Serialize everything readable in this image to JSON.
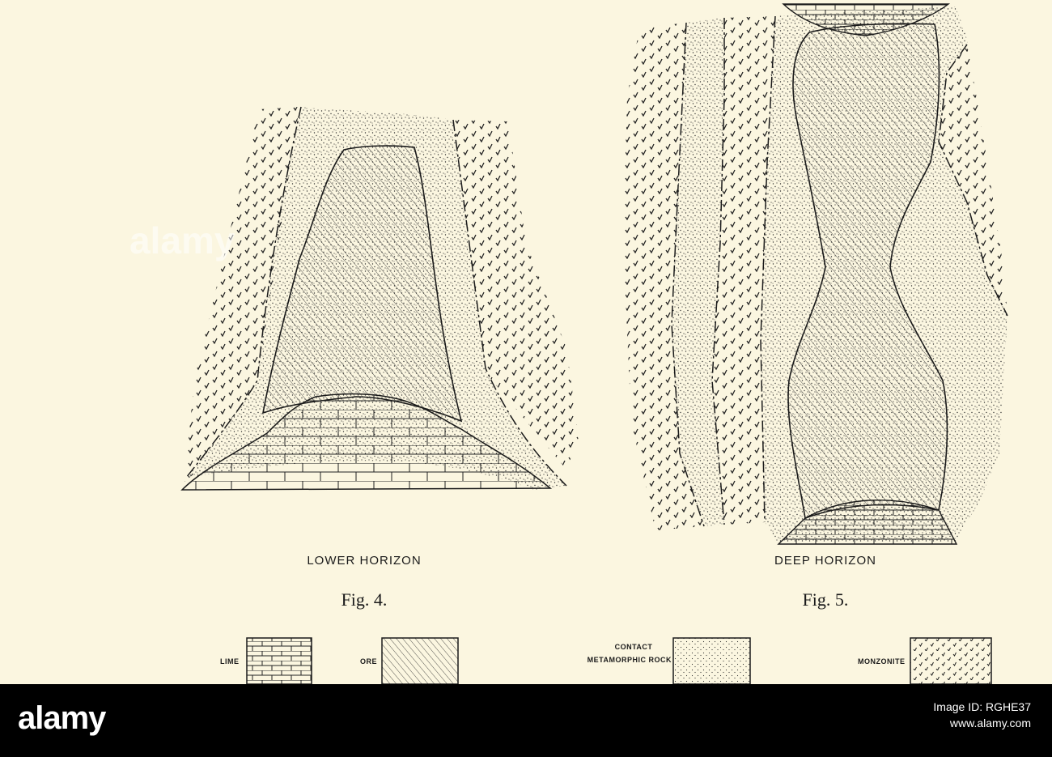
{
  "figures": [
    {
      "caption": "LOWER HORIZON",
      "label": "Fig. 4."
    },
    {
      "caption": "DEEP HORIZON",
      "label": "Fig. 5."
    }
  ],
  "legend": [
    {
      "label": "LIME",
      "pattern": "brick"
    },
    {
      "label": "ORE",
      "pattern": "hatch"
    },
    {
      "label_line1": "CONTACT",
      "label_line2": "METAMORPHIC ROCK",
      "pattern": "stipple"
    },
    {
      "label": "MONZONITE",
      "pattern": "checks"
    }
  ],
  "watermark": {
    "text": "alamy"
  },
  "footer": {
    "logo": "alamy",
    "image_id_line": "Image ID: RGHE37",
    "url_line": "www.alamy.com"
  },
  "colors": {
    "paper": "#fbf6e0",
    "ink": "#1a1a1a",
    "footer_bg": "#000000"
  }
}
